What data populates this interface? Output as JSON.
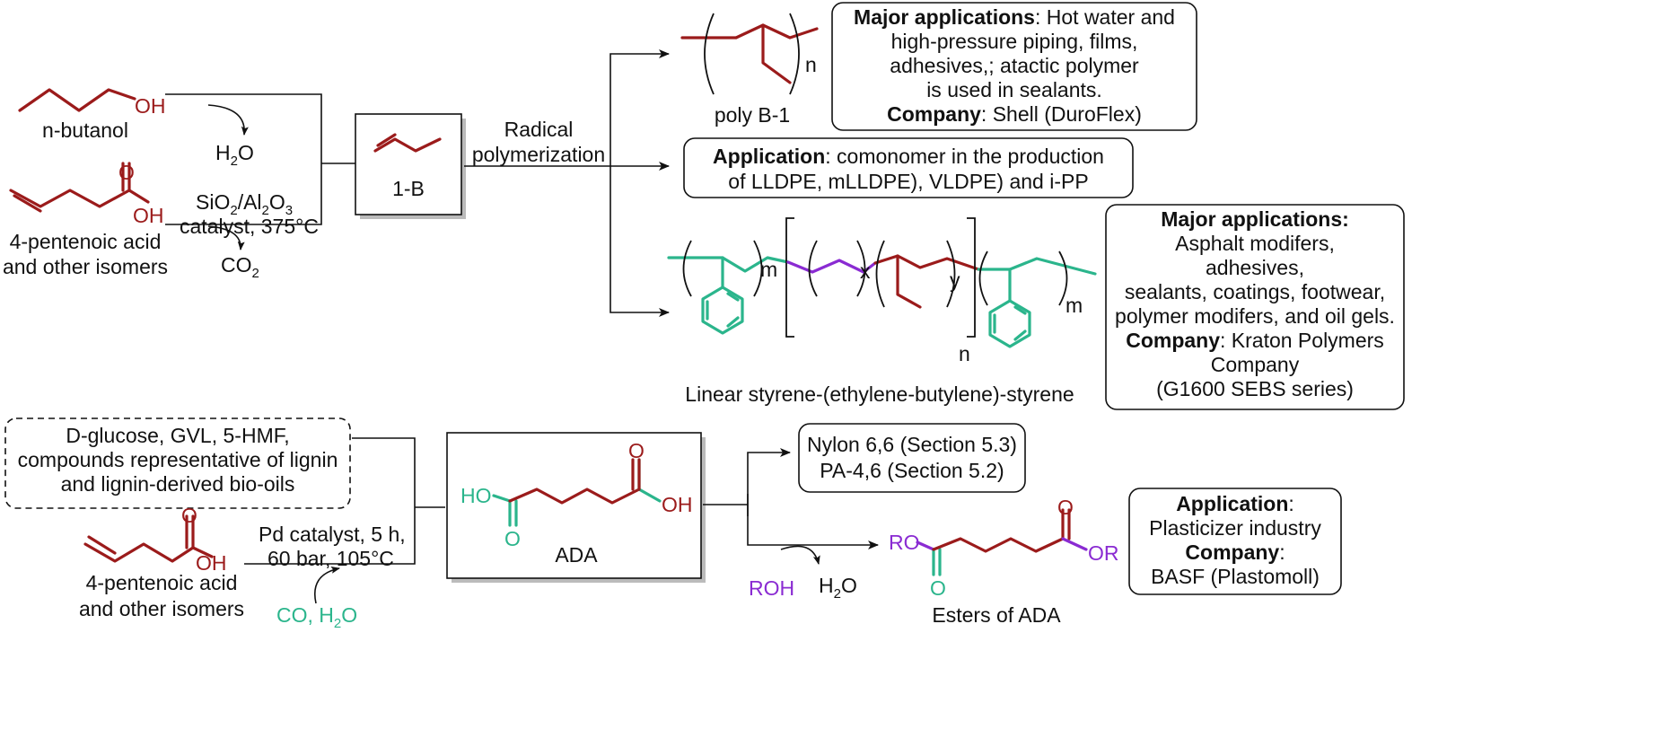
{
  "colors": {
    "red": "#9b1b1b",
    "green": "#2bb58c",
    "purple": "#8a2bd2",
    "black": "#111111"
  },
  "reactants": {
    "butanol_oh": "OH",
    "butanol_name": "n-butanol",
    "water_out": "H",
    "water_out_sub": "2",
    "water_out_o": "O",
    "pentenoic_o": "O",
    "pentenoic_oh": "OH",
    "pentenoic_name_1": "4-pentenoic acid",
    "pentenoic_name_2": "and other isomers",
    "catalyst_1a": "SiO",
    "catalyst_1b": "2",
    "catalyst_1c": "/Al",
    "catalyst_1d": "2",
    "catalyst_1e": "O",
    "catalyst_1f": "3",
    "catalyst_2": "catalyst, 375°C",
    "co2_a": "CO",
    "co2_b": "2"
  },
  "intermediate": {
    "name": "1-B"
  },
  "reaction": {
    "label_1": "Radical",
    "label_2": "polymerization"
  },
  "products_top": {
    "poly_name": "poly B-1",
    "poly_n": "n",
    "box1_b1": "Major applications",
    "box1_t1": ": Hot water and",
    "box1_t2": "high-pressure piping, films,",
    "box1_t3": "adhesives,; atactic polymer",
    "box1_t4": "is used in sealants.",
    "box1_b5": "Company",
    "box1_t5": ": Shell (DuroFlex)",
    "box2_b1": "Application",
    "box2_t1": ": comonomer in the production",
    "box2_t2": "of LLDPE, mLLDPE), VLDPE) and i-PP",
    "sebs_m": "m",
    "sebs_x": "x",
    "sebs_y": "y",
    "sebs_n": "n",
    "sebs_m2": "m",
    "sebs_name": "Linear styrene-(ethylene-butylene)-styrene",
    "box3_b1": "Major applications:",
    "box3_t2": "Asphalt modifers,",
    "box3_t3": "adhesives,",
    "box3_t4": "sealants, coatings, footwear,",
    "box3_t5": "polymer modifers, and oil gels.",
    "box3_b6": "Company",
    "box3_t6": ": Kraton Polymers",
    "box3_t7": "Company",
    "box3_t8": "(G1600 SEBS series)"
  },
  "bottom": {
    "dashed_t1": "D-glucose, GVL, 5-HMF,",
    "dashed_t2": "compounds representative of lignin",
    "dashed_t3": "and lignin-derived bio-oils",
    "pent_o": "O",
    "pent_oh": "OH",
    "pent_name_1": "4-pentenoic acid",
    "pent_name_2": "and other isomers",
    "cond_1": "Pd catalyst, 5 h,",
    "cond_2": "60 bar, 105°C",
    "co_a": "CO, H",
    "co_b": "2",
    "co_c": "O",
    "ada_ho": "HO",
    "ada_o1": "O",
    "ada_o2": "O",
    "ada_oh": "OH",
    "ada_name": "ADA",
    "nylon_1": "Nylon 6,6 (Section 5.3)",
    "nylon_2": "PA-4,6 (Section 5.2)",
    "roh": "ROH",
    "h2o_a": "H",
    "h2o_b": "2",
    "h2o_c": "O",
    "est_ro": "RO",
    "est_or": "OR",
    "est_o1": "O",
    "est_o2": "O",
    "est_name": "Esters of ADA",
    "app_b1": "Application",
    "app_t1": ":",
    "app_t2": "Plasticizer industry",
    "app_b3": "Company",
    "app_t3": ":",
    "app_t4": "BASF (Plastomoll)"
  }
}
